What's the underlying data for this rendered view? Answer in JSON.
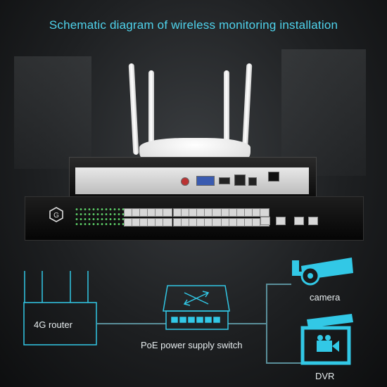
{
  "title": "Schematic diagram of wireless monitoring installation",
  "labels": {
    "router": "4G router",
    "switch": "PoE power supply switch",
    "camera": "camera",
    "dvr": "DVR"
  },
  "icons": {
    "router": "router-icon",
    "switch": "network-switch-icon",
    "camera": "security-camera-icon",
    "dvr": "video-recorder-icon"
  },
  "colors": {
    "title": "#4fd3ec",
    "icon_stroke": "#32c8e6",
    "connector": "#5a8f9a"
  }
}
